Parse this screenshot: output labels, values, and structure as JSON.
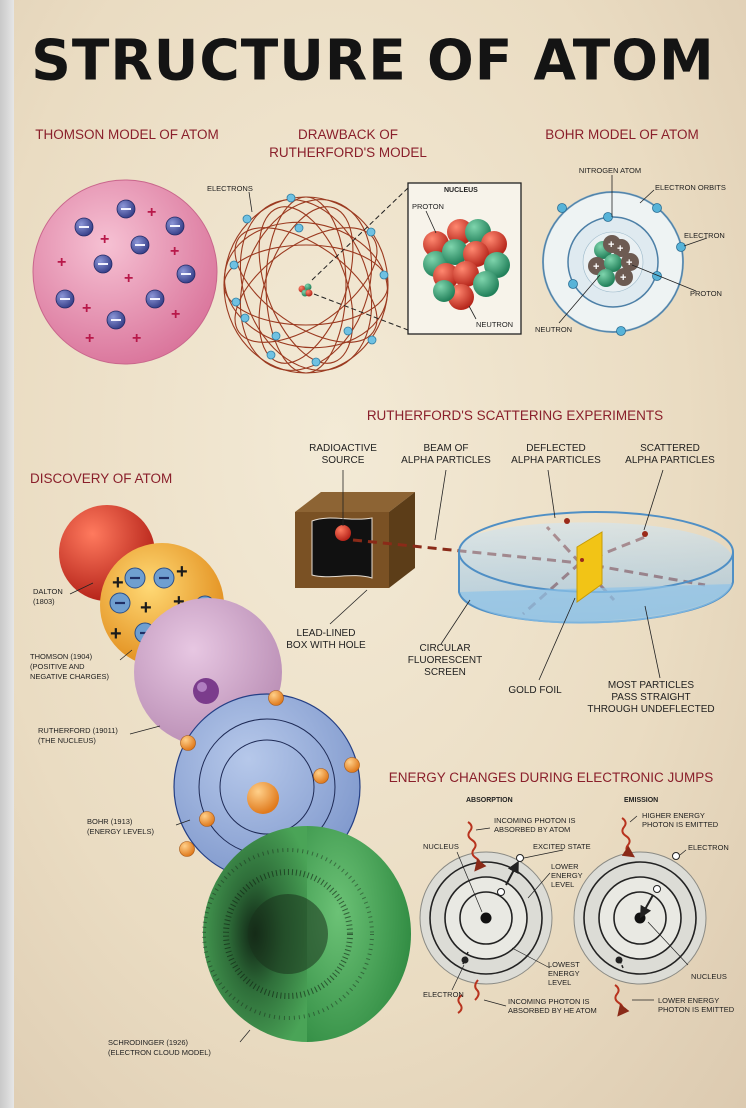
{
  "title": "STRUCTURE OF ATOM",
  "thomson": {
    "heading": "THOMSON MODEL OF ATOM"
  },
  "drawback": {
    "heading_line1": "DRAWBACK OF",
    "heading_line2": "RUTHERFORD'S MODEL",
    "electrons": "ELECTRONS",
    "nucleus": "NUCLEUS",
    "proton": "PROTON",
    "neutron": "NEUTRON"
  },
  "bohr": {
    "heading": "BOHR MODEL OF ATOM",
    "nitrogen_atom": "NITROGEN ATOM",
    "electron_orbits": "ELECTRON ORBITS",
    "electron": "ELECTRON",
    "proton": "PROTON",
    "neutron": "NEUTRON"
  },
  "scattering": {
    "heading": "RUTHERFORD'S SCATTERING EXPERIMENTS",
    "radioactive_line1": "RADIOACTIVE",
    "radioactive_line2": "SOURCE",
    "beam_line1": "BEAM OF",
    "beam_line2": "ALPHA PARTICLES",
    "deflected_line1": "DEFLECTED",
    "deflected_line2": "ALPHA PARTICLES",
    "scattered_line1": "SCATTERED",
    "scattered_line2": "ALPHA PARTICLES",
    "lead_line1": "LEAD-LINED",
    "lead_line2": "BOX WITH HOLE",
    "screen_line1": "CIRCULAR",
    "screen_line2": "FLUORESCENT",
    "screen_line3": "SCREEN",
    "gold_foil": "GOLD FOIL",
    "most_line1": "MOST PARTICLES",
    "most_line2": "PASS STRAIGHT",
    "most_line3": "THROUGH UNDEFLECTED"
  },
  "discovery": {
    "heading": "DISCOVERY OF ATOM",
    "dalton_line1": "DALTON",
    "dalton_line2": "(1803)",
    "thomson_line1": "THOMSON (1904)",
    "thomson_line2": "(POSITIVE AND",
    "thomson_line3": "NEGATIVE CHARGES)",
    "rutherford_line1": "RUTHERFORD (19011)",
    "rutherford_line2": "(THE NUCLEUS)",
    "bohr_line1": "BOHR (1913)",
    "bohr_line2": "(ENERGY LEVELS)",
    "schrodinger_line1": "SCHRODINGER (1926)",
    "schrodinger_line2": "(ELECTRON CLOUD MODEL)"
  },
  "energy": {
    "heading": "ENERGY CHANGES DURING ELECTRONIC JUMPS",
    "absorption": "ABSORPTION",
    "emission": "EMISSION",
    "incoming_top_line1": "INCOMING PHOTON IS",
    "incoming_top_line2": "ABSORBED BY ATOM",
    "excited_state": "EXCITED STATE",
    "nucleus_left": "NUCLEUS",
    "lower_line1": "LOWER",
    "lower_line2": "ENERGY",
    "lower_line3": "LEVEL",
    "lowest_line1": "LOWEST",
    "lowest_line2": "ENERGY",
    "lowest_line3": "LEVEL",
    "electron_left": "ELECTRON",
    "incoming_bottom_line1": "INCOMING PHOTON IS",
    "incoming_bottom_line2": "ABSORBED BY HE ATOM",
    "higher_line1": "HIGHER ENERGY",
    "higher_line2": "PHOTON IS EMITTED",
    "electron_right": "ELECTRON",
    "nucleus_right": "NUCLEUS",
    "lower_emit_line1": "LOWER ENERGY",
    "lower_emit_line2": "PHOTON IS EMITTED"
  },
  "colors": {
    "heading": "#8a1f2b",
    "thomson_sphere": "#e58fb0",
    "electron": "#4f5aa8",
    "proton": "#d9503a",
    "neutron": "#3fa37a",
    "orbit_electron": "#4aa3cc",
    "screen": "#8fc3e8",
    "gold": "#f2c416",
    "cloud": "#3e9a4c"
  }
}
